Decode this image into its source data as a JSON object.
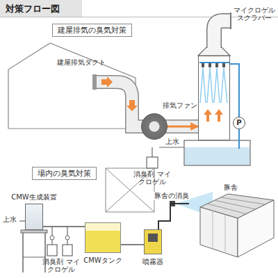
{
  "diagram": {
    "title": "対策フロー図",
    "nodes": [
      {
        "text": [
          "建屋排気の臭気対策"
        ]
      },
      {
        "text": [
          "排気ファン"
        ]
      },
      {
        "text": [
          "マイクロゲル スクラバー"
        ]
      },
      {
        "text": [
          "P"
        ]
      },
      {
        "text": [
          "場内の臭気対策"
        ]
      },
      {
        "text": [
          "CMW生成装置"
        ]
      },
      {
        "text": [
          "CMWタンク"
        ]
      },
      {
        "text": [
          "噴霧器"
        ]
      },
      {
        "text": [
          "豚舎"
        ]
      }
    ],
    "edges": [
      {
        "from": 1,
        "to": 2,
        "arrow": "to"
      },
      {
        "from": 3,
        "to": 2,
        "arrow": "none"
      },
      {
        "from": 5,
        "to": 6,
        "arrow": "none"
      },
      {
        "from": 6,
        "to": 7,
        "arrow": "none"
      },
      {
        "from": 7,
        "to": 8,
        "label": "豚舎の消臭",
        "arrow": "none"
      }
    ],
    "labels": [
      "建屋排気ダクト",
      "上水",
      "消臭剤 マイクロゲル",
      "上水",
      "消臭剤 マイクロゲル"
    ]
  }
}
